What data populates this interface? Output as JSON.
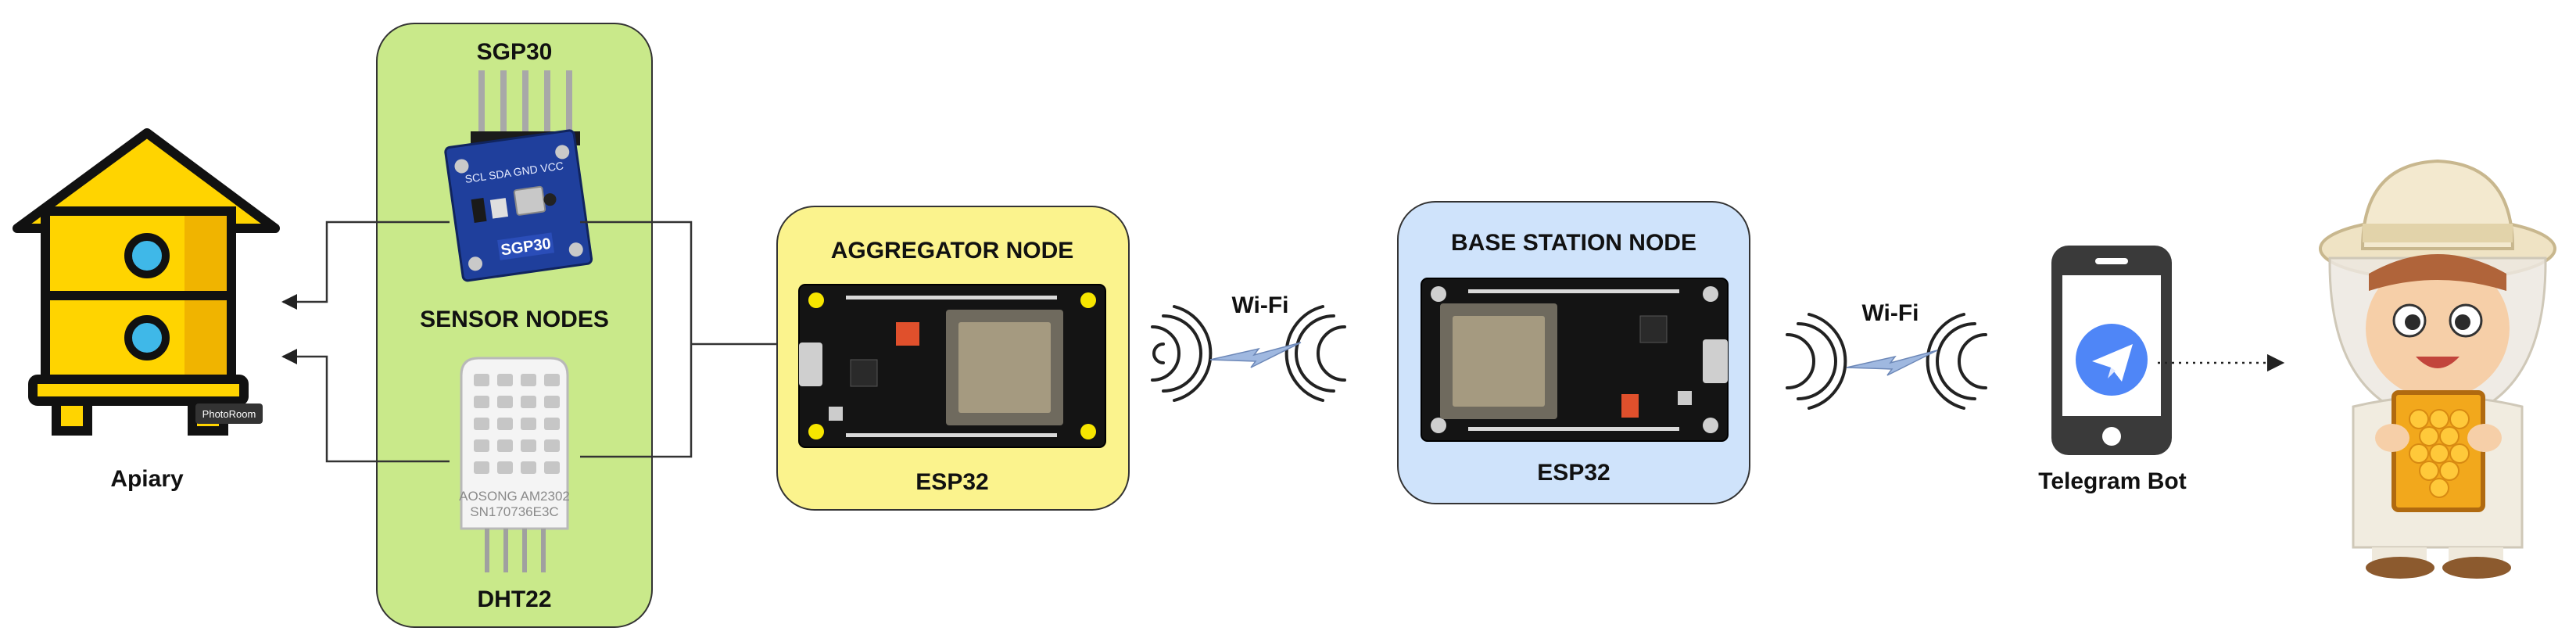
{
  "labels": {
    "apiary": "Apiary",
    "sgp30": "SGP30",
    "sensor_nodes": "SENSOR NODES",
    "dht22": "DHT22",
    "aggregator_node": "AGGREGATOR NODE",
    "aggregator_esp": "ESP32",
    "wifi_1": "Wi-Fi",
    "base_station_node": "BASE STATION NODE",
    "base_esp": "ESP32",
    "wifi_2": "Wi-Fi",
    "telegram_bot": "Telegram Bot"
  },
  "chip_text": {
    "sgp30_chip": "SGP30",
    "dht_line1": "AOSONG AM2302",
    "dht_line2": "SN170736E3C",
    "watermark": "PhotoRoom"
  },
  "colors": {
    "sensor_group": "#c9e98a",
    "aggregator": "#fbf38d",
    "base_station": "#cfe3fb",
    "hive_yellow": "#ffd400",
    "hive_hole": "#3fb8e8",
    "phone": "#3a3a3a",
    "telegram": "#4f86f7"
  }
}
